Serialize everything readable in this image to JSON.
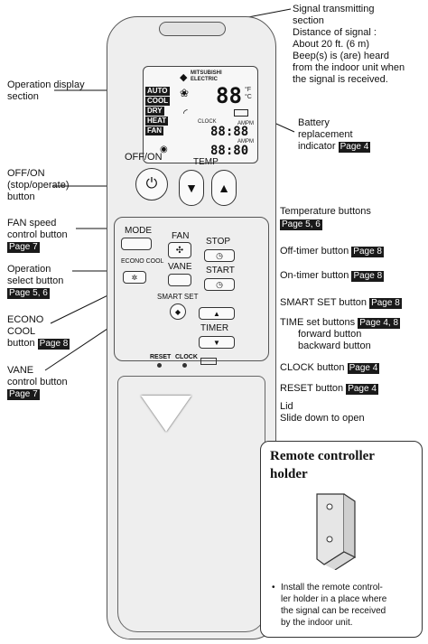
{
  "callouts": {
    "signal": {
      "line1": "Signal transmitting",
      "line2": "section",
      "line3": "Distance of signal :",
      "line4": "About 20 ft. (6 m)",
      "line5": "Beep(s) is (are) heard",
      "line6": "from the indoor unit when",
      "line7": "the signal is received."
    },
    "display": {
      "line1": "Operation display",
      "line2": "section"
    },
    "battery": {
      "line1": "Battery",
      "line2": "replacement",
      "line3": "indicator",
      "page": "Page 4"
    },
    "onoff": {
      "line1": "OFF/ON",
      "line2": "(stop/operate)",
      "line3": "button"
    },
    "temp": {
      "line1": "Temperature buttons",
      "page": "Page 5, 6"
    },
    "fan": {
      "line1": "FAN speed",
      "line2": "control button",
      "page": "Page 7"
    },
    "offtimer": {
      "label": "Off-timer button",
      "page": "Page 8"
    },
    "opsel": {
      "line1": "Operation",
      "line2": "select button",
      "page": "Page 5, 6"
    },
    "ontimer": {
      "label": "On-timer button",
      "page": "Page 8"
    },
    "econo": {
      "line1": "ECONO",
      "line2": "COOL",
      "line3": "button",
      "page": "Page 8"
    },
    "smartset": {
      "label": "SMART SET button",
      "page": "Page 8"
    },
    "timeset": {
      "line1": "TIME set buttons",
      "page": "Page 4, 8",
      "line2": "forward button",
      "line3": "backward button"
    },
    "vane": {
      "line1": "VANE",
      "line2": "control button",
      "page": "Page 7"
    },
    "clock": {
      "label": "CLOCK button",
      "page": "Page 4"
    },
    "reset": {
      "label": "RESET button",
      "page": "Page 4"
    },
    "lid": {
      "line1": "Lid",
      "line2": "Slide down to open"
    }
  },
  "remote": {
    "brand1": "MITSUBISHI",
    "brand2": "ELECTRIC",
    "modes": [
      "AUTO",
      "COOL",
      "DRY",
      "HEAT",
      "FAN"
    ],
    "temp_digits": "88",
    "temp_unit_f": "°F",
    "temp_unit_c": "°C",
    "clock_label": "CLOCK",
    "ampm": "AMPM",
    "time1": "88:88",
    "time2": "88:80",
    "onoff_label": "OFF/ON",
    "temp_label": "TEMP",
    "mode_label": "MODE",
    "fan_label": "FAN",
    "stop_label": "STOP",
    "econo_label": "ECONO COOL",
    "vane_label": "VANE",
    "start_label": "START",
    "smartset_label": "SMART SET",
    "timer_label": "TIMER",
    "reset_label": "RESET",
    "clock_btn_label": "CLOCK"
  },
  "holder": {
    "title1": "Remote controller",
    "title2": "holder",
    "note1": "Install the remote control-",
    "note2": "ler holder in a place where",
    "note3": "the signal can be received",
    "note4": "by the indoor unit."
  }
}
